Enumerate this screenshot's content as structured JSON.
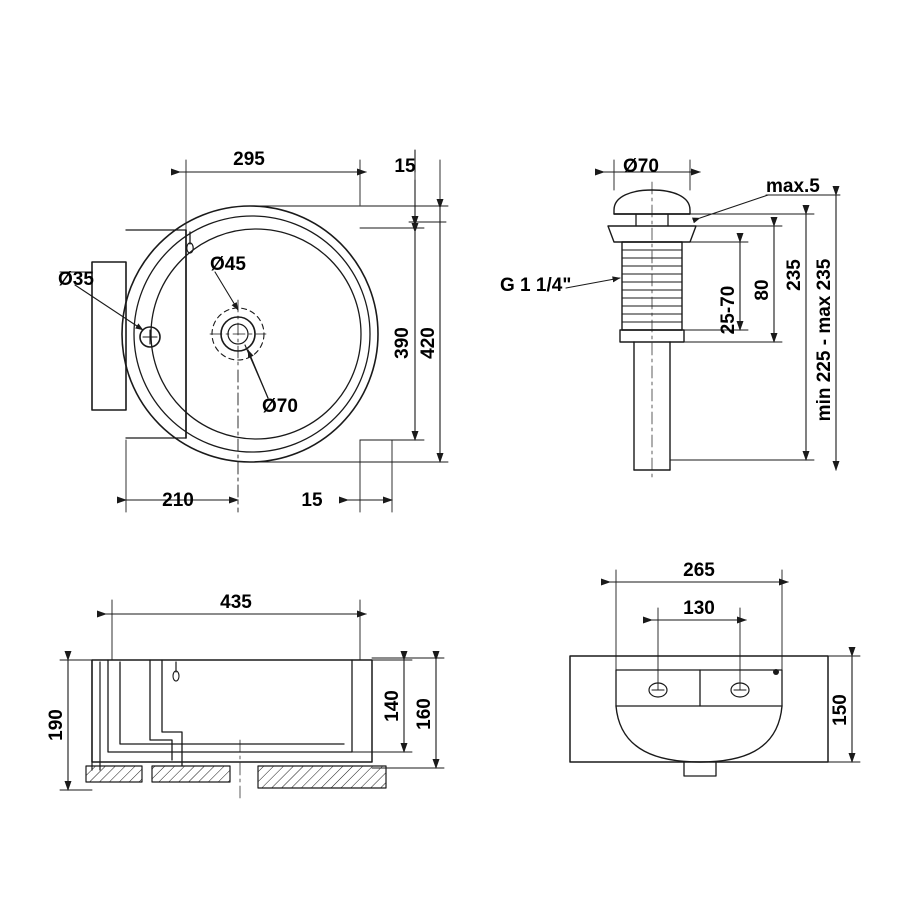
{
  "drawing": {
    "title": "Washbasin technical drawing",
    "units": "mm",
    "line_color": "#1a1a1a",
    "hatch_color": "#1a1a1a"
  },
  "views": {
    "top": {
      "name": "top-view",
      "dimensions": {
        "width_total": "295",
        "offset_right": "15",
        "depth_inner": "390",
        "depth_total": "420",
        "offset_left_bottom": "210",
        "offset_right_bottom": "15",
        "hole_overflow": "Ø35",
        "hole_tap": "Ø45",
        "hole_waste": "Ø70"
      }
    },
    "valve": {
      "name": "pop-up-waste-view",
      "dimensions": {
        "cap_diameter": "Ø70",
        "max_gap": "max.5",
        "thread": "G 1 1/4\"",
        "thread_range": "25-70",
        "height_80": "80",
        "height_235": "235",
        "range_total": "min 225 - max 235"
      }
    },
    "side": {
      "name": "side-section-view",
      "dimensions": {
        "length": "435",
        "height_left": "190",
        "height_inner": "140",
        "height_total": "160"
      }
    },
    "front": {
      "name": "front-view",
      "dimensions": {
        "width_outer": "265",
        "width_inner": "130",
        "height": "150"
      }
    }
  }
}
